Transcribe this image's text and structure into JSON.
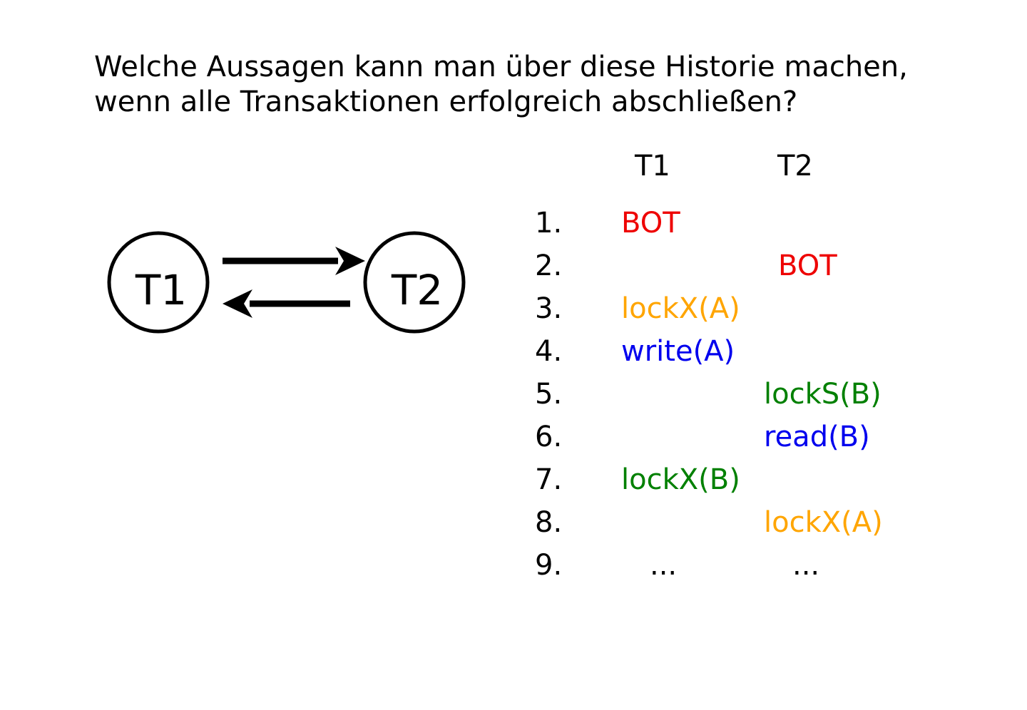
{
  "question": {
    "line1": "Welche Aussagen kann man über diese Historie machen,",
    "line2": "wenn alle Transaktionen erfolgreich abschließen?"
  },
  "graph": {
    "nodes": [
      {
        "label": "T1"
      },
      {
        "label": "T2"
      }
    ],
    "edges": [
      {
        "from": "T1",
        "to": "T2"
      },
      {
        "from": "T2",
        "to": "T1"
      }
    ]
  },
  "schedule": {
    "headers": {
      "t1": "T1",
      "t2": "T2"
    },
    "rows": [
      {
        "num": "1.",
        "t1": "BOT",
        "t1_color": "#ee0000",
        "t2": "",
        "t2_color": ""
      },
      {
        "num": "2.",
        "t1": "",
        "t1_color": "",
        "t2": "BOT",
        "t2_color": "#ee0000"
      },
      {
        "num": "3.",
        "t1": "lockX(A)",
        "t1_color": "#ffa500",
        "t2": "",
        "t2_color": ""
      },
      {
        "num": "4.",
        "t1": "write(A)",
        "t1_color": "#0000ee",
        "t2": "",
        "t2_color": ""
      },
      {
        "num": "5.",
        "t1": "",
        "t1_color": "",
        "t2": "lockS(B)",
        "t2_color": "#008000"
      },
      {
        "num": "6.",
        "t1": "",
        "t1_color": "",
        "t2": "read(B)",
        "t2_color": "#0000ee"
      },
      {
        "num": "7.",
        "t1": "lockX(B)",
        "t1_color": "#008000",
        "t2": "",
        "t2_color": ""
      },
      {
        "num": "8.",
        "t1": "",
        "t1_color": "",
        "t2": "lockX(A)",
        "t2_color": "#ffa500"
      },
      {
        "num": "9.",
        "t1": "...",
        "t1_color": "#000000",
        "t2": "...",
        "t2_color": "#000000"
      }
    ]
  }
}
